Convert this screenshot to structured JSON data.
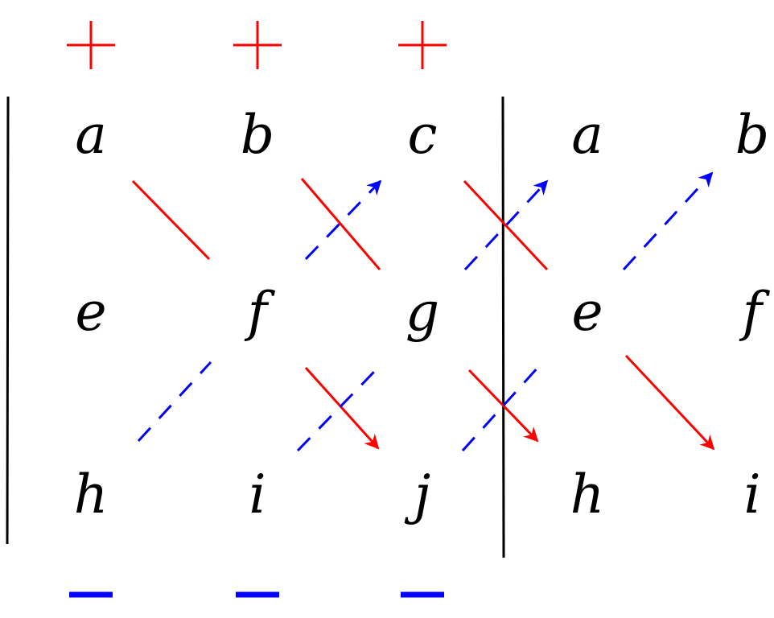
{
  "title": "Rule of Sarrus diagram",
  "rows": [
    [
      "a",
      "b",
      "c",
      "a",
      "b"
    ],
    [
      "e",
      "f",
      "g",
      "e",
      "f"
    ],
    [
      "h",
      "i",
      "j",
      "h",
      "i"
    ]
  ],
  "signs": {
    "plus": [
      "+",
      "+",
      "+"
    ],
    "minus": [
      "−",
      "−",
      "−"
    ]
  },
  "colors": {
    "positive": "#ff0000",
    "negative": "#0000ff",
    "divider": "#000000"
  }
}
